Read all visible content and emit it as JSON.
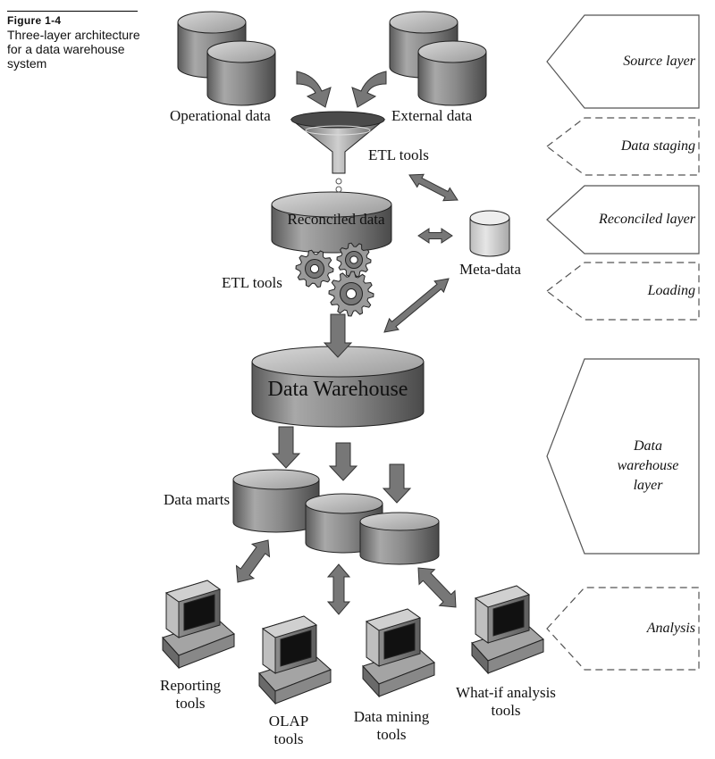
{
  "caption": {
    "figure_label": "Figure 1-4",
    "text": "Three-layer architecture for a data warehouse system"
  },
  "diagram": {
    "sources": {
      "operational": "Operational data",
      "external": "External data"
    },
    "etl_top": "ETL tools",
    "reconciled": "Reconciled data",
    "metadata": "Meta-data",
    "etl_loading": "ETL tools",
    "warehouse": "Data Warehouse",
    "data_marts": "Data marts",
    "tools": {
      "reporting": "Reporting tools",
      "olap": "OLAP tools",
      "mining": "Data mining tools",
      "whatif": "What-if analysis tools"
    }
  },
  "layers": [
    {
      "name": "Source layer",
      "style": "solid"
    },
    {
      "name": "Data staging",
      "style": "dashed"
    },
    {
      "name": "Reconciled layer",
      "style": "solid"
    },
    {
      "name": "Loading",
      "style": "dashed"
    },
    {
      "name": "Data warehouse layer",
      "style": "solid"
    },
    {
      "name": "Analysis",
      "style": "dashed"
    }
  ]
}
